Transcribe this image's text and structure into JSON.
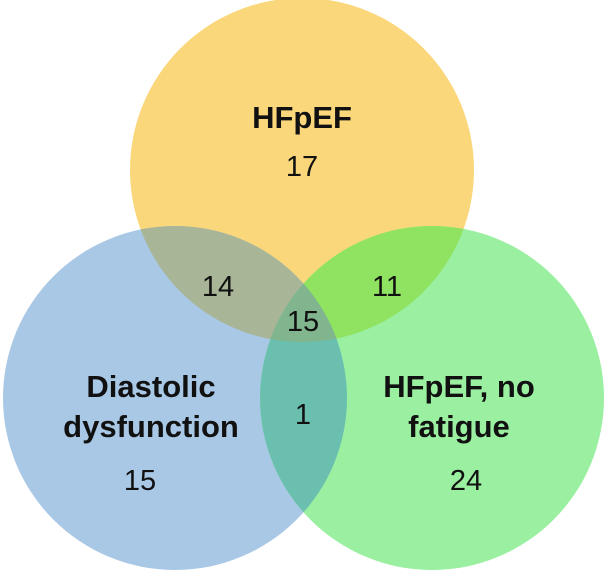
{
  "sets": {
    "hfpef": {
      "label": "HFpEF",
      "only_count": "17",
      "color": "#FAD77A"
    },
    "diastolic": {
      "label_line1": "Diastolic",
      "label_line2": "dysfunction",
      "only_count": "15",
      "color": "#A9C8E6"
    },
    "hfpef_no_fatigue": {
      "label_line1": "HFpEF, no",
      "label_line2": "fatigue",
      "only_count": "24",
      "color": "#9AF0A0"
    }
  },
  "intersections": {
    "hfpef_and_diastolic": "14",
    "hfpef_and_no_fatigue": "11",
    "diastolic_and_no_fatigue": "1",
    "all_three": "15"
  }
}
